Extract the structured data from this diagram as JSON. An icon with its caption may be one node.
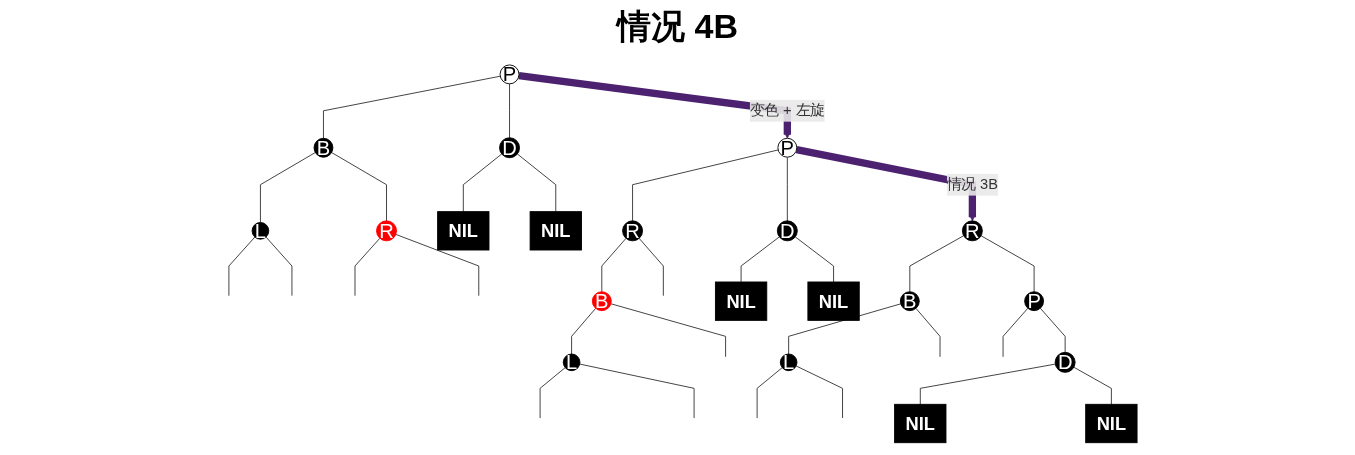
{
  "diagram": {
    "title": "情况 4B",
    "nodes": [
      {
        "text": [
          "P"
        ]
      },
      {
        "text": [
          "B"
        ]
      },
      {
        "text": [
          "D"
        ]
      },
      {
        "text": [
          "L"
        ]
      },
      {
        "text": [
          "R"
        ]
      },
      {
        "text": [
          "NIL"
        ]
      },
      {
        "text": [
          "NIL"
        ]
      },
      {
        "text": [
          "P"
        ]
      },
      {
        "text": [
          "R"
        ]
      },
      {
        "text": [
          "D"
        ]
      },
      {
        "text": [
          "B"
        ]
      },
      {
        "text": [
          "NIL"
        ]
      },
      {
        "text": [
          "NIL"
        ]
      },
      {
        "text": [
          "L"
        ]
      },
      {
        "text": [
          "R"
        ]
      },
      {
        "text": [
          "B"
        ]
      },
      {
        "text": [
          "P"
        ]
      },
      {
        "text": [
          "L"
        ]
      },
      {
        "text": [
          "D"
        ]
      },
      {
        "text": [
          "NIL"
        ]
      },
      {
        "text": [
          "NIL"
        ]
      }
    ],
    "edges": [
      {
        "from": 0,
        "to": 1,
        "arrow": "none"
      },
      {
        "from": 0,
        "to": 2,
        "arrow": "none"
      },
      {
        "from": 1,
        "to": 3,
        "arrow": "none"
      },
      {
        "from": 1,
        "to": 4,
        "arrow": "none"
      },
      {
        "from": 2,
        "to": 5,
        "arrow": "none"
      },
      {
        "from": 2,
        "to": 6,
        "arrow": "none"
      },
      {
        "from": 3,
        "to": null,
        "arrow": "none"
      },
      {
        "from": 3,
        "to": null,
        "arrow": "none"
      },
      {
        "from": 4,
        "to": null,
        "arrow": "none"
      },
      {
        "from": 4,
        "to": null,
        "arrow": "none"
      },
      {
        "from": 0,
        "to": 7,
        "arrow": "to",
        "label": "变色 + 左旋",
        "style": "thick",
        "color": "#4b2170"
      },
      {
        "from": 7,
        "to": 8,
        "arrow": "none"
      },
      {
        "from": 7,
        "to": 9,
        "arrow": "none"
      },
      {
        "from": 8,
        "to": 10,
        "arrow": "none"
      },
      {
        "from": 8,
        "to": null,
        "arrow": "none"
      },
      {
        "from": 10,
        "to": 13,
        "arrow": "none"
      },
      {
        "from": 10,
        "to": null,
        "arrow": "none"
      },
      {
        "from": 9,
        "to": 11,
        "arrow": "none"
      },
      {
        "from": 9,
        "to": 12,
        "arrow": "none"
      },
      {
        "from": 13,
        "to": null,
        "arrow": "none"
      },
      {
        "from": 13,
        "to": null,
        "arrow": "none"
      },
      {
        "from": 7,
        "to": 14,
        "arrow": "to",
        "label": "情况 3B",
        "style": "thick",
        "color": "#4b2170"
      },
      {
        "from": 14,
        "to": 15,
        "arrow": "none"
      },
      {
        "from": 14,
        "to": 16,
        "arrow": "none"
      },
      {
        "from": 15,
        "to": 17,
        "arrow": "none"
      },
      {
        "from": 15,
        "to": null,
        "arrow": "none"
      },
      {
        "from": 16,
        "to": null,
        "arrow": "none"
      },
      {
        "from": 16,
        "to": 18,
        "arrow": "none"
      },
      {
        "from": 18,
        "to": 19,
        "arrow": "none"
      },
      {
        "from": 18,
        "to": 20,
        "arrow": "none"
      },
      {
        "from": 17,
        "to": null,
        "arrow": "none"
      },
      {
        "from": 17,
        "to": null,
        "arrow": "none"
      }
    ]
  }
}
